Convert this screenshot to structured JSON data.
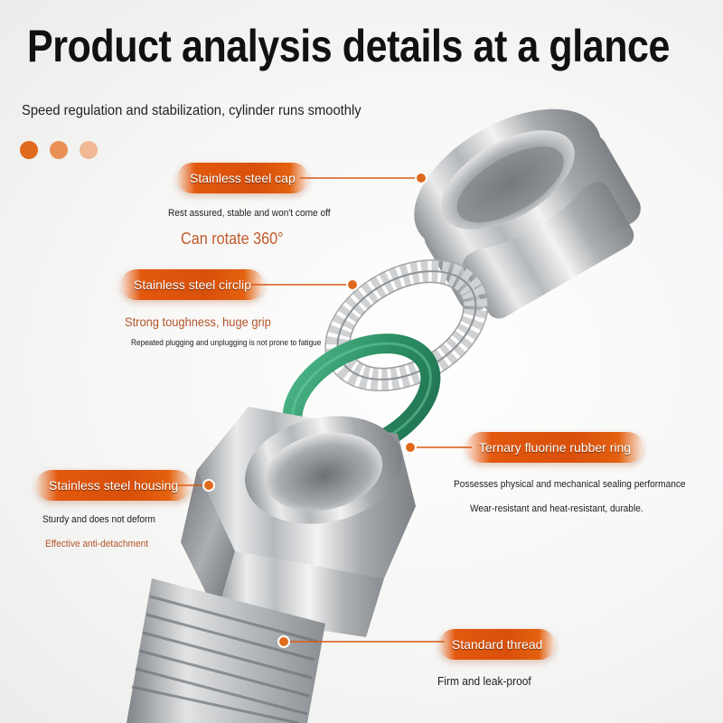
{
  "header": {
    "title": "Product analysis details at a glance",
    "subtitle": "Speed regulation and stabilization, cylinder runs smoothly"
  },
  "dots": [
    "#e06a1c",
    "#e89055",
    "#f0b893"
  ],
  "callouts": {
    "cap": {
      "label": "Stainless steel cap",
      "desc": "Rest assured, stable and won't come off",
      "highlight": "Can rotate 360°"
    },
    "circlip": {
      "label": "Stainless steel circlip",
      "highlight": "Strong toughness, huge grip",
      "desc": "Repeated plugging and unplugging is not prone to fatigue"
    },
    "ring": {
      "label": "Ternary fluorine rubber ring",
      "desc1": "Possesses physical and mechanical sealing performance",
      "desc2": "Wear-resistant and heat-resistant, durable."
    },
    "housing": {
      "label": "Stainless steel housing",
      "desc": "Sturdy and does not deform",
      "highlight": "Effective anti-detachment"
    },
    "thread": {
      "label": "Standard thread",
      "desc": "Firm and leak-proof"
    }
  },
  "colors": {
    "accent": "#e3580e",
    "ring_green": "#2f9a6e",
    "steel": "#c9cbcd"
  }
}
